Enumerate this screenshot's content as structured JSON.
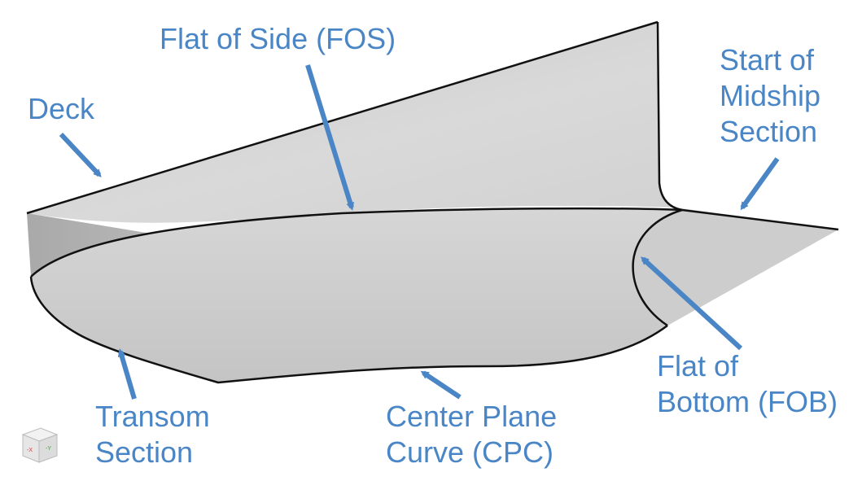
{
  "labels": {
    "fos": "Flat of Side (FOS)",
    "deck": "Deck",
    "midship": [
      "Start of",
      "Midship",
      "Section"
    ],
    "transom": [
      "Transom",
      "Section"
    ],
    "cpc": [
      "Center Plane",
      "Curve (CPC)"
    ],
    "fob": [
      "Flat of",
      "Bottom (FOB)"
    ]
  },
  "colors": {
    "label": "#4a86c6",
    "arrow": "#4a86c6",
    "surface": "#d4d4d4",
    "surface_dark": "#bdbdbd",
    "edge": "#111111"
  },
  "icons": {
    "view_cube": "view-cube-icon"
  },
  "view_cube_text": {
    "x_label": "-X",
    "y_label": "-Y"
  }
}
